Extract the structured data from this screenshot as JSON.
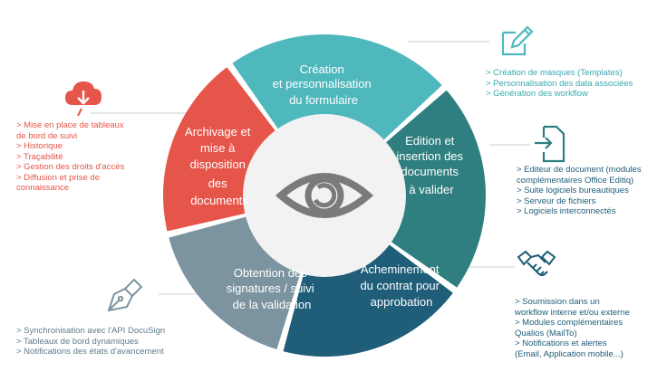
{
  "colors": {
    "creation": "#4fb8bd",
    "edition": "#2f7f80",
    "acheminement": "#1f5d79",
    "obtention": "#7c949f",
    "archivage": "#e5554a",
    "center": "#f2f2f2",
    "eye": "#7a7a7a"
  },
  "segments": {
    "creation": {
      "lines": [
        "Création",
        "et personnalisation",
        "du formulaire"
      ]
    },
    "edition": {
      "lines": [
        "Edition et",
        "insertion des",
        "documents",
        "à valider"
      ]
    },
    "acheminement": {
      "lines": [
        "Acheminement",
        "du contrat pour",
        "approbation"
      ]
    },
    "obtention": {
      "lines": [
        "Obtention des",
        "signatures / suivi",
        "de la validation"
      ]
    },
    "archivage": {
      "lines": [
        "Archivage et",
        "mise à",
        "disposition",
        "des",
        "documents"
      ]
    }
  },
  "notes": {
    "creation": [
      "> Création de masques (Templates)",
      "> Personnalisation des data associées",
      "> Génération des workflow"
    ],
    "edition": [
      "> Editeur de document (modules",
      "complémentaires Office Editiq)",
      "> Suite logiciels bureautiques",
      "> Serveur de fichiers",
      "> Logiciels interconnectés"
    ],
    "acheminement": [
      "> Soumission dans un",
      "workflow interne et/ou externe",
      "> Modules complémentaires",
      "Qualios (MailTo)",
      "> Notifications et alertes",
      "(Email, Application mobile...)"
    ],
    "obtention": [
      "> Synchronisation avec l'API DocuSign",
      "> Tableaux de bord dynamiques",
      "> Notifications des états d'avancement"
    ],
    "archivage": [
      "> Mise en place de tableaux",
      "de bord de suivi",
      "> Historique",
      "> Traçabilité",
      "> Gestion des droits d'accès",
      "> Diffusion et prise de",
      "connaissance"
    ]
  },
  "icons": {
    "creation": "edit-pencil-icon",
    "edition": "document-import-icon",
    "acheminement": "handshake-icon",
    "obtention": "fountain-pen-icon",
    "archivage": "cloud-download-icon",
    "center": "eye-icon"
  }
}
